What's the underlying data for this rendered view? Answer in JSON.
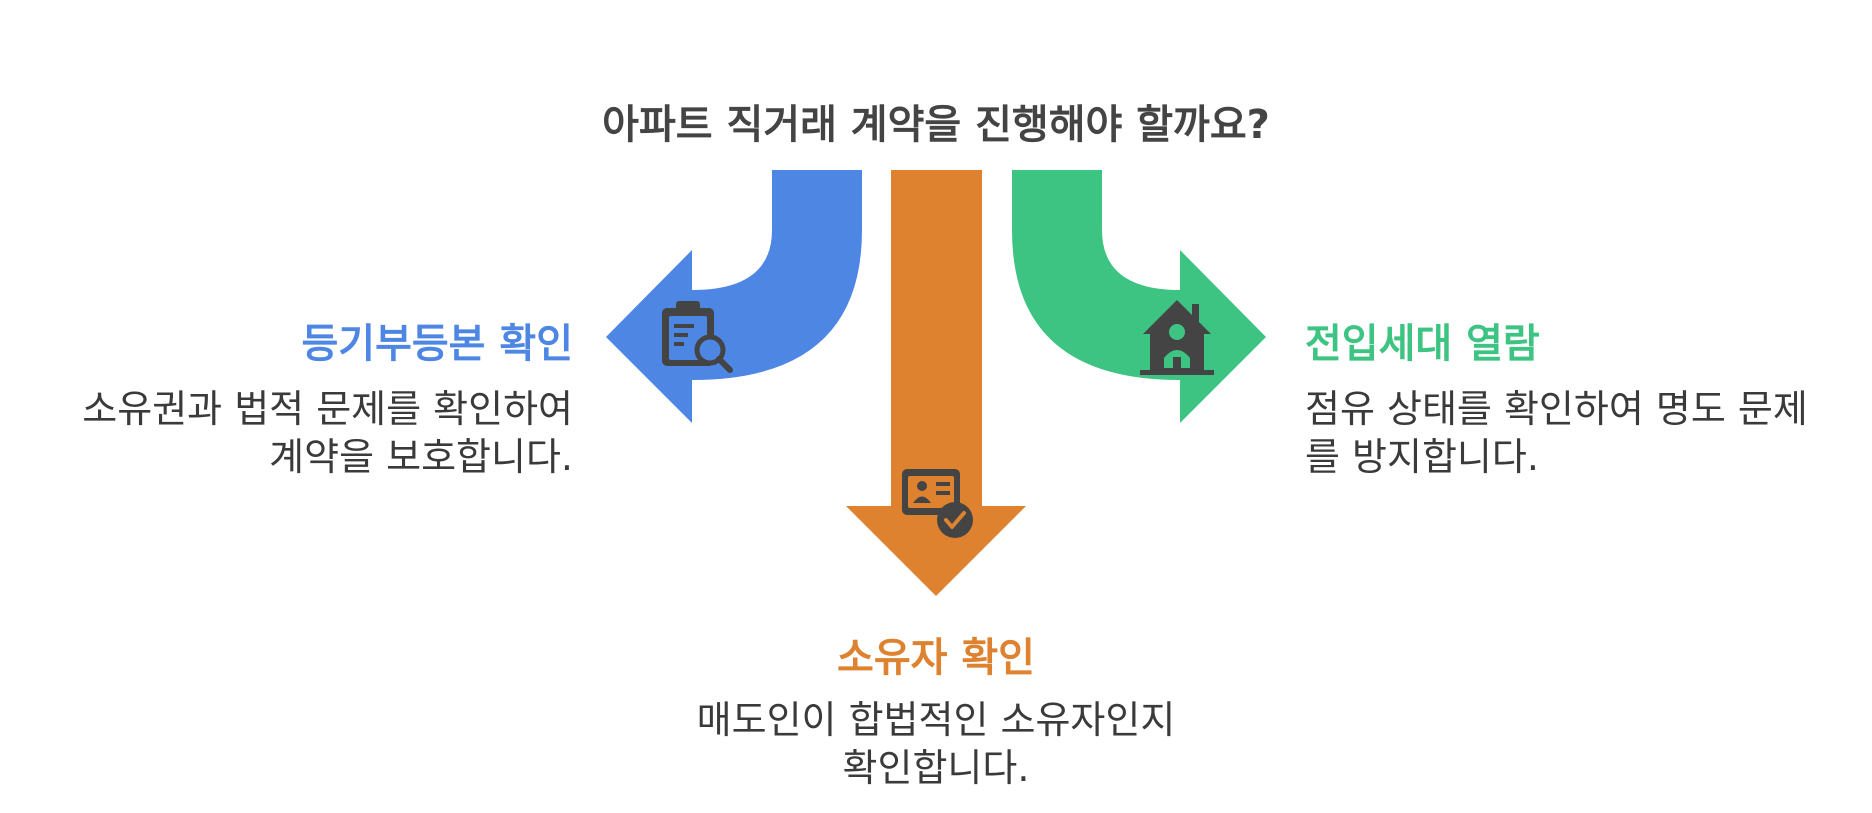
{
  "title": "아파트 직거래 계약을 진행해야 할까요?",
  "colors": {
    "blue": "#4E86E4",
    "orange": "#DE8230",
    "green": "#3DC482",
    "icon": "#444444",
    "title": "#444444"
  },
  "options": [
    {
      "heading": "등기부등본 확인",
      "description_line1": "소유권과 법적 문제를 확인하여",
      "description_line2": "계약을 보호합니다.",
      "icon": "clipboard-search-icon",
      "color": "#4E86E4"
    },
    {
      "heading": "소유자 확인",
      "description_line1": "매도인이 합법적인 소유자인지",
      "description_line2": "확인합니다.",
      "icon": "id-card-check-icon",
      "color": "#DE8230"
    },
    {
      "heading": "전입세대 열람",
      "description_line1": "점유 상태를 확인하여 명도 문제",
      "description_line2": "를 방지합니다.",
      "icon": "house-person-icon",
      "color": "#3DC482"
    }
  ]
}
